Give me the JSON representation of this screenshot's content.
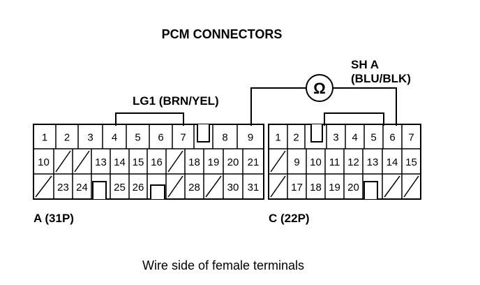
{
  "title": "PCM CONNECTORS",
  "meter_symbol": "Ω",
  "meter_label_line1": "SH A",
  "meter_label_line2": "(BLU/BLK)",
  "lg1_label": "LG1 (BRN/YEL)",
  "connector_a": {
    "name": "A (31P)",
    "rows": [
      [
        "1",
        "2",
        "3",
        "4",
        "5",
        "6",
        "7",
        "",
        "8",
        "9"
      ],
      [
        "10",
        "/",
        "/",
        "13",
        "14",
        "15",
        "16",
        "/",
        "18",
        "19",
        "20",
        "21"
      ],
      [
        "/",
        "23",
        "24",
        "",
        "25",
        "26",
        "",
        "/",
        "28",
        "/",
        "30",
        "31"
      ]
    ]
  },
  "connector_c": {
    "name": "C (22P)",
    "rows": [
      [
        "1",
        "2",
        "",
        "3",
        "4",
        "5",
        "6",
        "7"
      ],
      [
        "/",
        "9",
        "10",
        "11",
        "12",
        "13",
        "14",
        "15"
      ],
      [
        "/",
        "17",
        "18",
        "19",
        "20",
        "",
        "/",
        "/"
      ]
    ]
  },
  "caption": "Wire side of female terminals"
}
